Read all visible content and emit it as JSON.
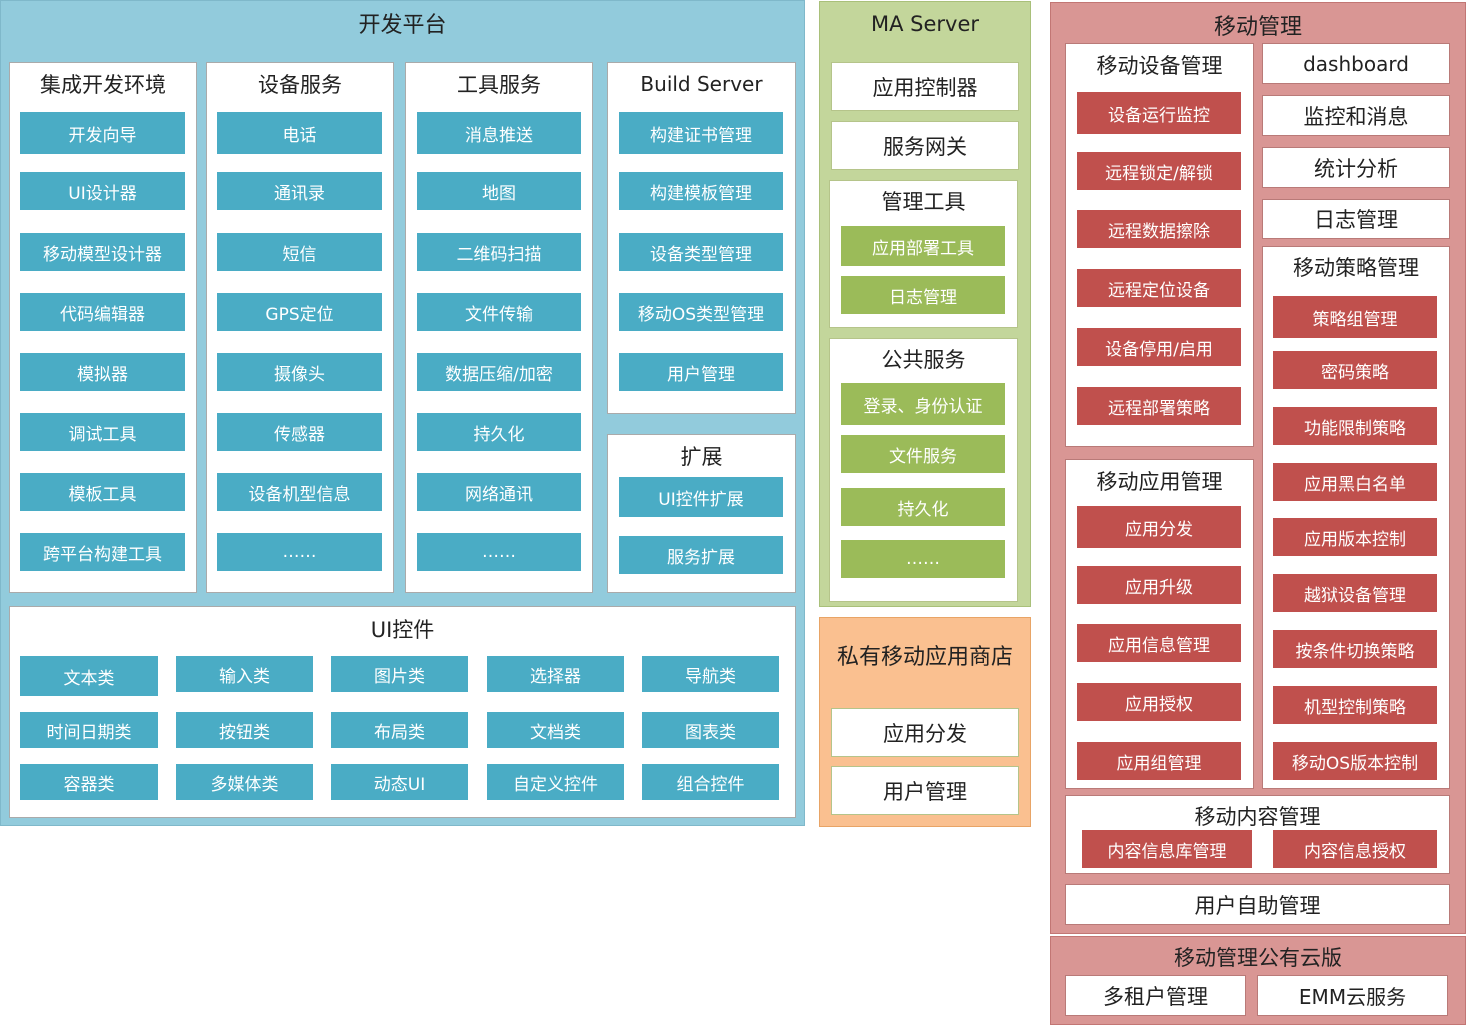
{
  "dev_platform": {
    "title": "开发平台",
    "ide": {
      "title": "集成开发环境",
      "items": [
        "开发向导",
        "UI设计器",
        "移动模型设计器",
        "代码编辑器",
        "模拟器",
        "调试工具",
        "模板工具",
        "跨平台构建工具"
      ]
    },
    "device_services": {
      "title": "设备服务",
      "items": [
        "电话",
        "通讯录",
        "短信",
        "GPS定位",
        "摄像头",
        "传感器",
        "设备机型信息",
        "……"
      ]
    },
    "tool_services": {
      "title": "工具服务",
      "items": [
        "消息推送",
        "地图",
        "二维码扫描",
        "文件传输",
        "数据压缩/加密",
        "持久化",
        "网络通讯",
        "……"
      ]
    },
    "build_server": {
      "title": "Build Server",
      "items": [
        "构建证书管理",
        "构建模板管理",
        "设备类型管理",
        "移动OS类型管理",
        "用户管理"
      ]
    },
    "extension": {
      "title": "扩展",
      "items": [
        "UI控件扩展",
        "服务扩展"
      ]
    },
    "ui_controls": {
      "title": "UI控件",
      "items": [
        "文本类",
        "输入类",
        "图片类",
        "选择器",
        "导航类",
        "时间日期类",
        "按钮类",
        "布局类",
        "文档类",
        "图表类",
        "容器类",
        "多媒体类",
        "动态UI",
        "自定义控件",
        "组合控件"
      ]
    }
  },
  "ma_server": {
    "title": "MA Server",
    "app_controller": "应用控制器",
    "service_gateway": "服务网关",
    "mgmt_tools": {
      "title": "管理工具",
      "items": [
        "应用部署工具",
        "日志管理"
      ]
    },
    "public_services": {
      "title": "公共服务",
      "items": [
        "登录、身份认证",
        "文件服务",
        "持久化",
        "……"
      ]
    }
  },
  "private_store": {
    "title": "私有移动应用商店",
    "items": [
      "应用分发",
      "用户管理"
    ]
  },
  "mobile_mgmt": {
    "title": "移动管理",
    "device_mgmt": {
      "title": "移动设备管理",
      "items": [
        "设备运行监控",
        "远程锁定/解锁",
        "远程数据擦除",
        "远程定位设备",
        "设备停用/启用",
        "远程部署策略"
      ]
    },
    "right_boxes": [
      "dashboard",
      "监控和消息",
      "统计分析",
      "日志管理"
    ],
    "policy_mgmt": {
      "title": "移动策略管理",
      "items": [
        "策略组管理",
        "密码策略",
        "功能限制策略",
        "应用黑白名单",
        "应用版本控制",
        "越狱设备管理",
        "按条件切换策略",
        "机型控制策略",
        "移动OS版本控制"
      ]
    },
    "app_mgmt": {
      "title": "移动应用管理",
      "items": [
        "应用分发",
        "应用升级",
        "应用信息管理",
        "应用授权",
        "应用组管理"
      ]
    },
    "content_mgmt": {
      "title": "移动内容管理",
      "items": [
        "内容信息库管理",
        "内容信息授权"
      ]
    },
    "self_service": "用户自助管理"
  },
  "public_cloud": {
    "title": "移动管理公有云版",
    "items": [
      "多租户管理",
      "EMM云服务"
    ]
  }
}
